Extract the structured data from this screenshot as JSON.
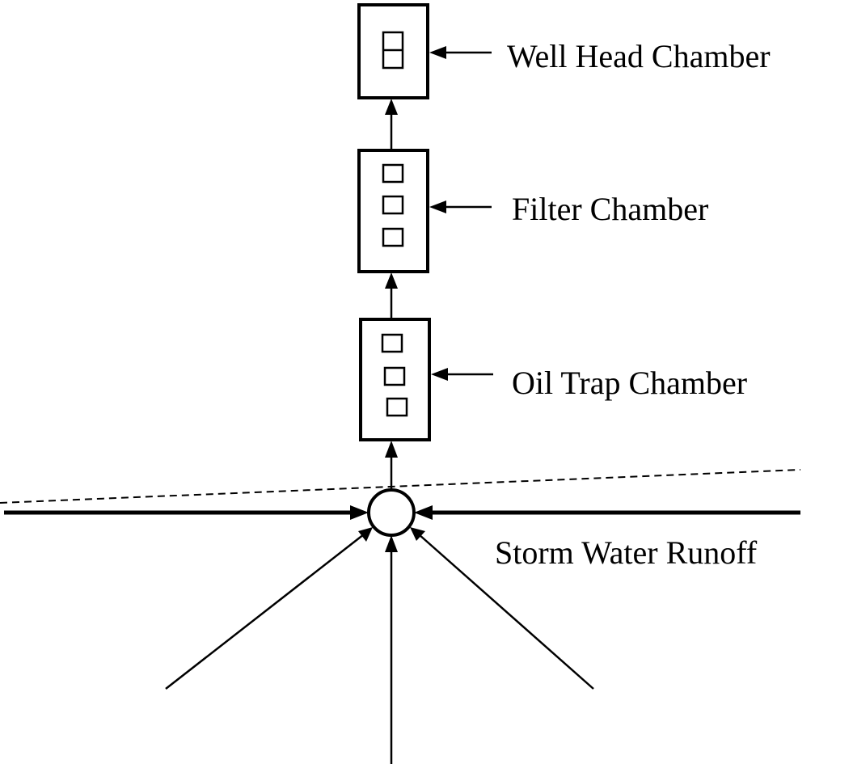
{
  "diagram": {
    "labels": {
      "well_head": "Well Head Chamber",
      "filter": "Filter Chamber",
      "oil_trap": "Oil Trap Chamber",
      "storm_water": "Storm Water Runoff"
    }
  }
}
